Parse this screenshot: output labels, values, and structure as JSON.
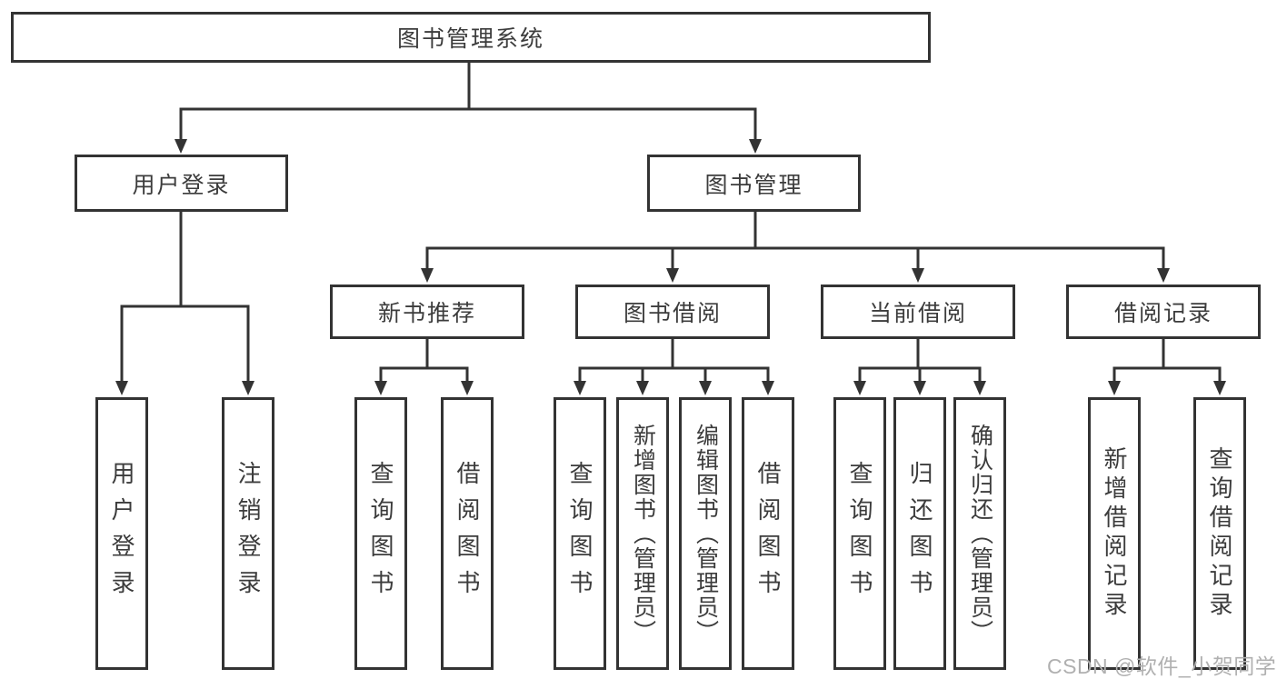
{
  "tree": {
    "label": "图书管理系统",
    "children": [
      {
        "label": "用户登录",
        "children": [
          {
            "label": "用户登录"
          },
          {
            "label": "注销登录"
          }
        ]
      },
      {
        "label": "图书管理",
        "children": [
          {
            "label": "新书推荐",
            "children": [
              {
                "label": "查询图书"
              },
              {
                "label": "借阅图书"
              }
            ]
          },
          {
            "label": "图书借阅",
            "children": [
              {
                "label": "查询图书"
              },
              {
                "label": "新增图书（管理员）"
              },
              {
                "label": "编辑图书（管理员）"
              },
              {
                "label": "借阅图书"
              }
            ]
          },
          {
            "label": "当前借阅",
            "children": [
              {
                "label": "查询图书"
              },
              {
                "label": "归还图书"
              },
              {
                "label": "确认归还（管理员）"
              }
            ]
          },
          {
            "label": "借阅记录",
            "children": [
              {
                "label": "新增借阅记录"
              },
              {
                "label": "查询借阅记录"
              }
            ]
          }
        ]
      }
    ]
  },
  "watermark": {
    "text": "CSDN @软件_小贺同学"
  },
  "colors": {
    "line": "#333333",
    "box_border": "#333333",
    "text": "#3c3c3c",
    "watermark_text": "#b0b0b0",
    "background": "#ffffff"
  }
}
